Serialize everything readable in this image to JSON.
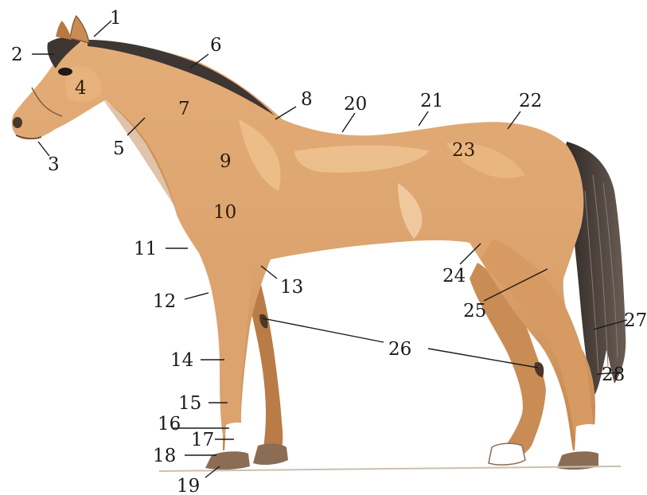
{
  "diagram": {
    "subject": "horse-side-view",
    "colors": {
      "coat": "#dca36e",
      "coat_light": "#f2c99a",
      "coat_shadow": "#b77a45",
      "mane_tail": "#3d3632",
      "hoof": "#8b6d55",
      "white_marking": "#ffffff",
      "label": "#1a1a1a"
    },
    "labels": [
      "1",
      "2",
      "3",
      "4",
      "5",
      "6",
      "7",
      "8",
      "9",
      "10",
      "11",
      "12",
      "13",
      "14",
      "15",
      "16",
      "17",
      "18",
      "19",
      "20",
      "21",
      "22",
      "23",
      "24",
      "25",
      "26",
      "27",
      "28"
    ]
  }
}
